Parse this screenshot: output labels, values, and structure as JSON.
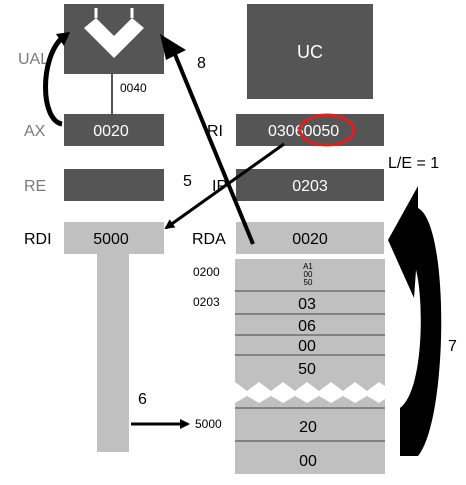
{
  "colors": {
    "dark_box": "#555555",
    "light_box": "#c0c0c0",
    "label_gray": "#7a7a7a",
    "arrow": "#000000",
    "highlight": "#e02020",
    "white": "#ffffff"
  },
  "labels": {
    "ual": "UAL",
    "uc": "UC",
    "ax": "AX",
    "ri": "RI",
    "re": "RE",
    "ip": "IP",
    "rdi": "RDI",
    "rda": "RDA",
    "le": "L/E = 1"
  },
  "values": {
    "ual_output": "0040",
    "ax": "0020",
    "ri_prefix": "030",
    "ri_highlight": "60050",
    "ip": "0203",
    "rdi": "5000",
    "rda": "0020"
  },
  "memory": {
    "addr_0200": "0200",
    "addr_0203": "0203",
    "addr_5000": "5000",
    "cell_0200": [
      "A1",
      "00",
      "50"
    ],
    "cell_0203": "03",
    "cell_0204": "06",
    "cell_0205": "00",
    "cell_0206": "50",
    "cell_5000": "20",
    "cell_5001": "00"
  },
  "steps": {
    "s5": "5",
    "s6": "6",
    "s7": "7",
    "s8": "8"
  }
}
